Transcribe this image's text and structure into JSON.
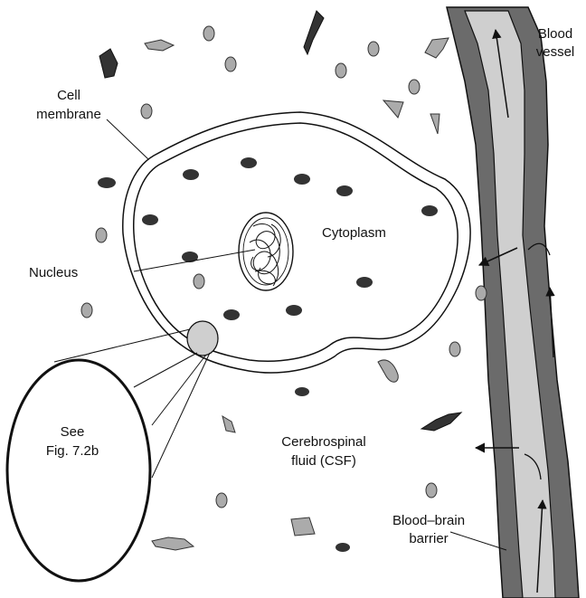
{
  "labels": {
    "cell_membrane": [
      "Cell",
      "membrane"
    ],
    "blood_vessel": [
      "Blood",
      "vessel"
    ],
    "cytoplasm": "Cytoplasm",
    "nucleus": "Nucleus",
    "see_fig": [
      "See",
      "Fig. 7.2b"
    ],
    "csf": [
      "Cerebrospinal",
      "fluid (CSF)"
    ],
    "bbb": [
      "Blood–brain",
      "barrier"
    ]
  },
  "colors": {
    "vessel_wall": "#6b6b6b",
    "vessel_lumen": "#cfcfcf",
    "particle_light": "#ababab",
    "particle_dark": "#333333",
    "organelle": "#333333",
    "stroke": "#111111"
  }
}
